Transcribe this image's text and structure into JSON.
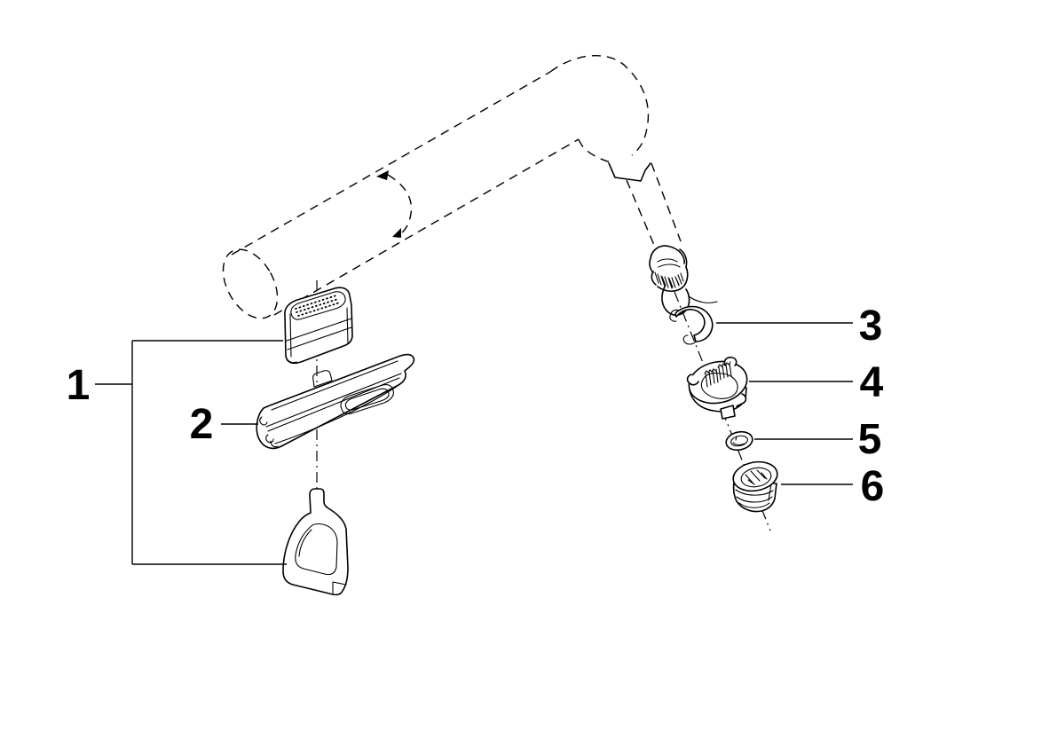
{
  "figure": {
    "type": "exploded-parts-diagram",
    "background_color": "#ffffff",
    "line_color": "#000000",
    "callouts": [
      {
        "label": "1",
        "part": "spray-face-and-gasket-group"
      },
      {
        "label": "2",
        "part": "spray-head-cover"
      },
      {
        "label": "3",
        "part": "retaining-clip"
      },
      {
        "label": "4",
        "part": "toothed-ring"
      },
      {
        "label": "5",
        "part": "flat-washer"
      },
      {
        "label": "6",
        "part": "threaded-insert"
      }
    ]
  }
}
